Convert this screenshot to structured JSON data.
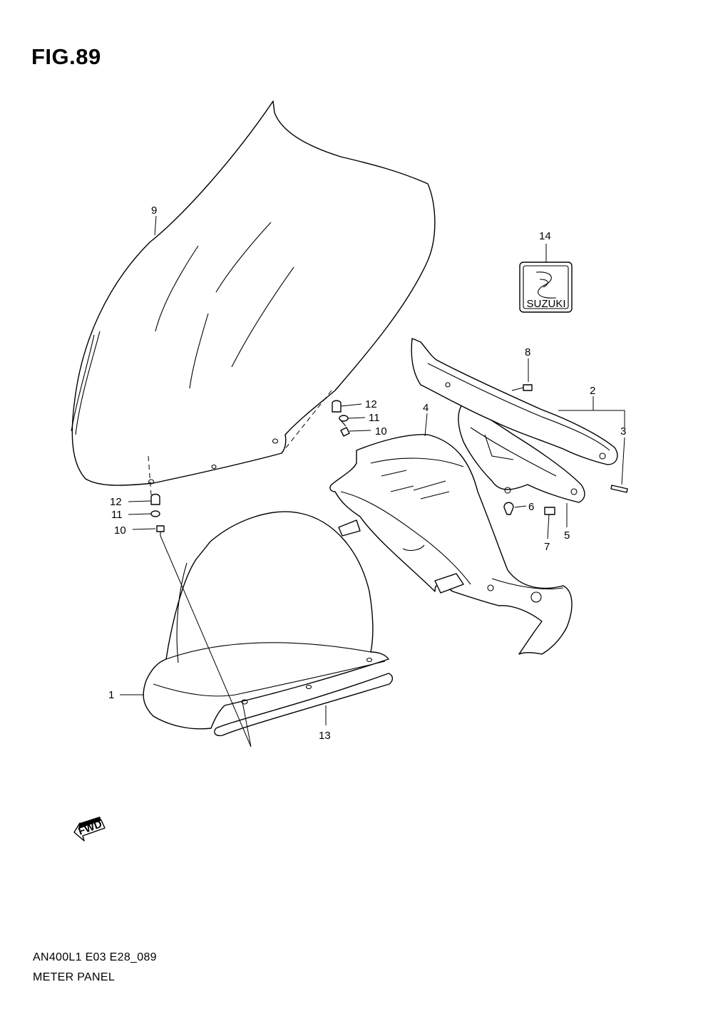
{
  "figure": {
    "title": "FIG.89",
    "code": "AN400L1 E03 E28_089",
    "name": "METER PANEL"
  },
  "callouts": [
    "1",
    "2",
    "3",
    "4",
    "5",
    "6",
    "7",
    "8",
    "9",
    "10",
    "11",
    "12",
    "13",
    "14"
  ],
  "fwd_arrow_label": "FWD",
  "emblem_text": "SUZUKI"
}
